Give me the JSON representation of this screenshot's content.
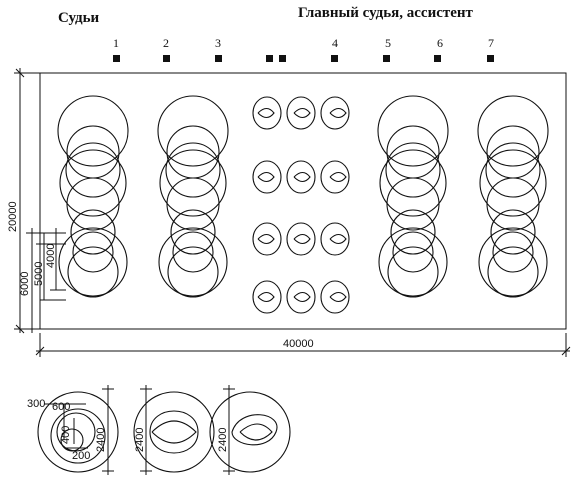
{
  "header": {
    "judges_label": "Судьи",
    "chief_label": "Главный судья, ассистент"
  },
  "judge_numbers": [
    "1",
    "2",
    "3",
    "4",
    "5",
    "6",
    "7"
  ],
  "dimensions": {
    "field_width": "40000",
    "field_height": "20000",
    "dim_6000": "6000",
    "dim_5000": "5000",
    "dim_4000": "4000"
  },
  "detail": {
    "d300": "300",
    "d600": "600",
    "d400": "400",
    "d200": "200",
    "d2400_a": "2400",
    "d2400_b": "2400",
    "d2400_c": "2400"
  }
}
